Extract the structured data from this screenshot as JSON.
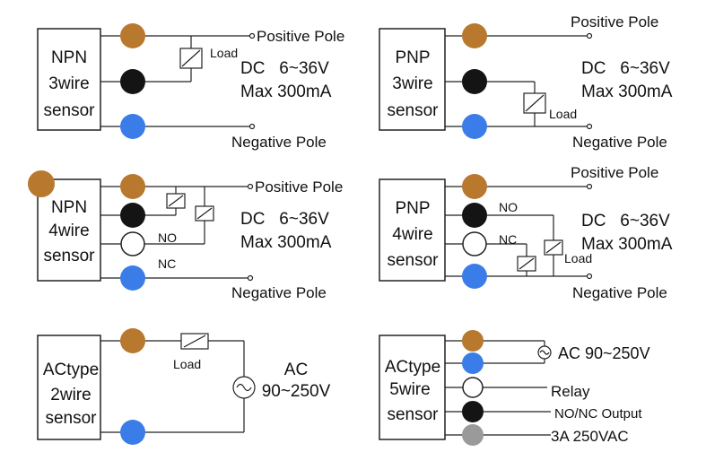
{
  "colors": {
    "brown": "#b8782e",
    "black": "#141414",
    "white": "#ffffff",
    "blue": "#3b7de8",
    "gray": "#9a9a9a"
  },
  "panels": {
    "npn3": {
      "box_lines": [
        "NPN",
        "3wire",
        "sensor"
      ],
      "load": "Load",
      "positive": "Positive Pole",
      "negative": "Negative Pole",
      "dc": "DC   6~36V",
      "max": "Max 300mA"
    },
    "pnp3": {
      "box_lines": [
        "PNP",
        "3wire",
        "sensor"
      ],
      "load": "Load",
      "positive": "Positive Pole",
      "negative": "Negative Pole",
      "dc": "DC   6~36V",
      "max": "Max 300mA"
    },
    "npn4": {
      "box_lines": [
        "NPN",
        "4wire",
        "sensor"
      ],
      "no": "NO",
      "nc": "NC",
      "positive": "Positive Pole",
      "negative": "Negative Pole",
      "dc": "DC   6~36V",
      "max": "Max 300mA"
    },
    "pnp4": {
      "box_lines": [
        "PNP",
        "4wire",
        "sensor"
      ],
      "no": "NO",
      "nc": "NC",
      "load": "Load",
      "positive": "Positive Pole",
      "negative": "Negative Pole",
      "dc": "DC   6~36V",
      "max": "Max 300mA"
    },
    "ac2": {
      "box_lines": [
        "ACtype",
        "2wire",
        "sensor"
      ],
      "load": "Load",
      "ac": "AC",
      "ac_range": "90~250V"
    },
    "ac5": {
      "box_lines": [
        "ACtype",
        "5wire",
        "sensor"
      ],
      "ac_range": "AC 90~250V",
      "relay": "Relay",
      "output": "NO/NC Output",
      "rating": "3A 250VAC"
    }
  }
}
